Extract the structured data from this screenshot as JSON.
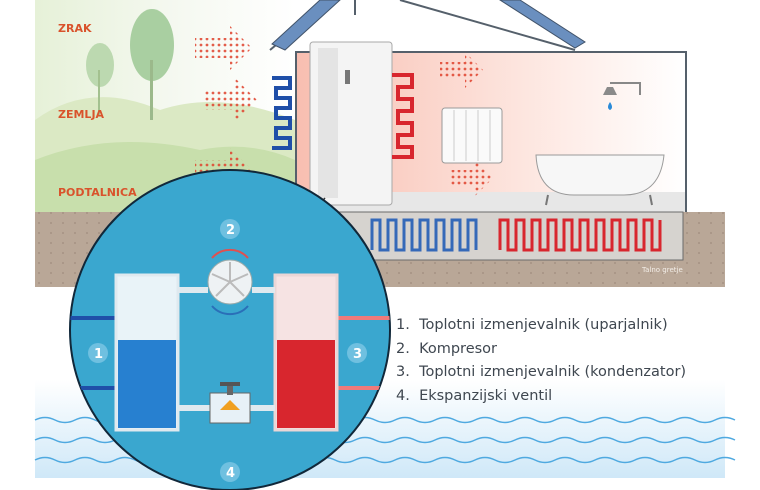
{
  "sources": {
    "air": "ZRAK",
    "ground": "ZEMLJA",
    "groundwater": "PODTALNICA"
  },
  "floor_heating_label": "Talno gretje",
  "cycle_numbers": [
    "1",
    "2",
    "3",
    "4"
  ],
  "legend": [
    {
      "num": "1.",
      "text": "Toplotni izmenjevalnik (uparjalnik)"
    },
    {
      "num": "2.",
      "text": "Kompresor"
    },
    {
      "num": "3.",
      "text": "Toplotni izmenjevalnik (kondenzator)"
    },
    {
      "num": "4.",
      "text": "Ekspanzijski ventil"
    }
  ],
  "colors": {
    "cold": "#1f4fa8",
    "hot": "#d8262e",
    "ground": "#b7a595",
    "water": "#dceefa",
    "accent_text": "#d9532c"
  }
}
